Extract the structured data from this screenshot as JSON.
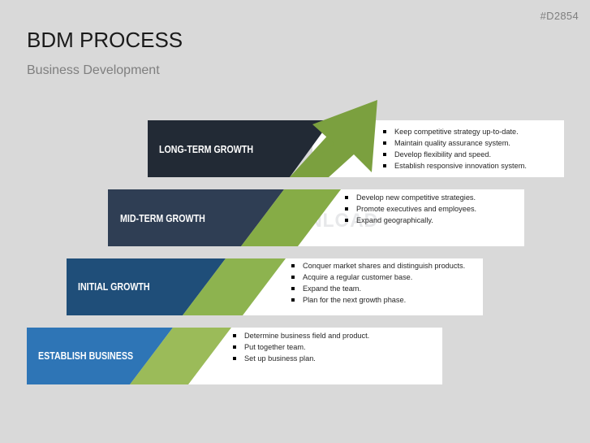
{
  "header": {
    "code": "#D2854",
    "title": "BDM PROCESS",
    "subtitle": "Business Development"
  },
  "watermark": "PRESENTATIONLOAD",
  "colors": {
    "background": "#d9d9d9",
    "stage1": "#2e75b6",
    "stage2": "#1f4e79",
    "stage3": "#2f3e54",
    "stage4": "#222a35",
    "arrow": "#7ba03f",
    "arrow_light": "#9bbb59"
  },
  "stages": [
    {
      "label": "ESTABLISH BUSINESS",
      "bullets": [
        "Determine business field and product.",
        "Put together team.",
        "Set up business plan."
      ]
    },
    {
      "label": "INITIAL GROWTH",
      "bullets": [
        "Conquer market shares and distinguish products.",
        "Acquire a regular customer base.",
        "Expand the team.",
        "Plan for the next growth phase."
      ]
    },
    {
      "label": "MID-TERM GROWTH",
      "bullets": [
        "Develop new competitive strategies.",
        "Promote executives and employees.",
        "Expand geographically."
      ]
    },
    {
      "label": "LONG-TERM GROWTH",
      "bullets": [
        "Keep competitive strategy up-to-date.",
        "Maintain quality assurance system.",
        "Develop flexibility and speed.",
        "Establish responsive innovation system."
      ]
    }
  ]
}
